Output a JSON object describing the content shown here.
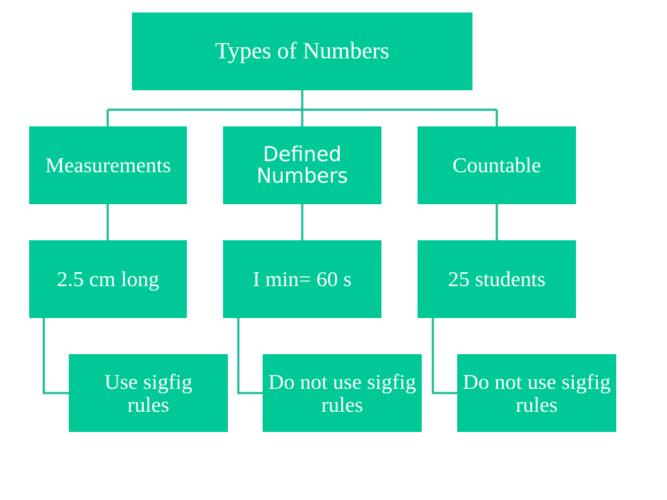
{
  "colors": {
    "box_fill": "#00c896",
    "text": "#ffffff",
    "connector": "#19b892"
  },
  "diagram": {
    "root": {
      "label": "Types of Numbers"
    },
    "branches": [
      {
        "label": "Measurements",
        "example": "2.5 cm long",
        "rule": "Use sigfig rules"
      },
      {
        "label": "Defined Numbers",
        "example": "I min= 60 s",
        "rule": "Do not use sigfig rules"
      },
      {
        "label": "Countable",
        "example": "25 students",
        "rule": "Do not use sigfig rules"
      }
    ]
  }
}
